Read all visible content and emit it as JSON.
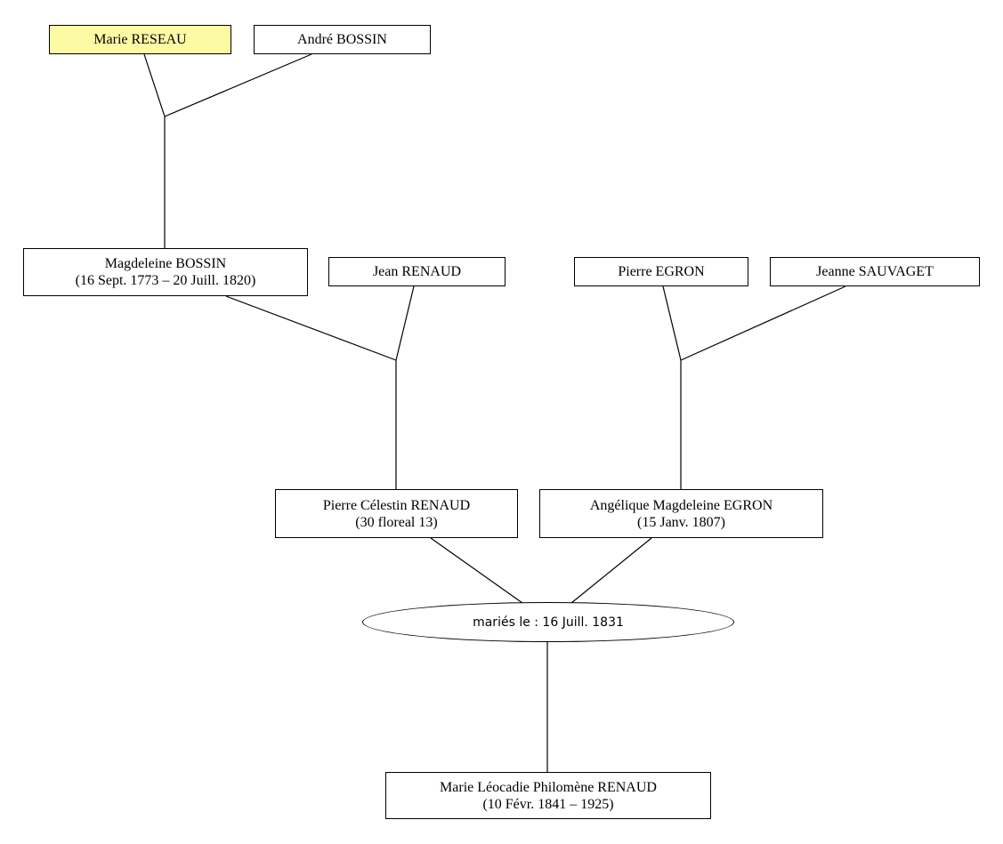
{
  "people": {
    "marie_reseau": {
      "name": "Marie RESEAU"
    },
    "andre_bossin": {
      "name": "André BOSSIN"
    },
    "magdeleine_bossin": {
      "name": "Magdeleine BOSSIN",
      "dates": "(16 Sept. 1773 – 20 Juill. 1820)"
    },
    "jean_renaud": {
      "name": "Jean RENAUD"
    },
    "pierre_egron": {
      "name": "Pierre EGRON"
    },
    "jeanne_sauvaget": {
      "name": "Jeanne SAUVAGET"
    },
    "pierre_celestin_renaud": {
      "name": "Pierre Célestin RENAUD",
      "dates": "(30 floreal 13)"
    },
    "angelique_magdeleine_egron": {
      "name": "Angélique Magdeleine EGRON",
      "dates": "(15 Janv. 1807)"
    },
    "marie_leocadie_renaud": {
      "name": "Marie Léocadie Philomène RENAUD",
      "dates": "(10 Févr. 1841 – 1925)"
    }
  },
  "marriage": {
    "label": "mariés le : 16 Juill. 1831"
  },
  "highlight_color": "#fdfaa4"
}
